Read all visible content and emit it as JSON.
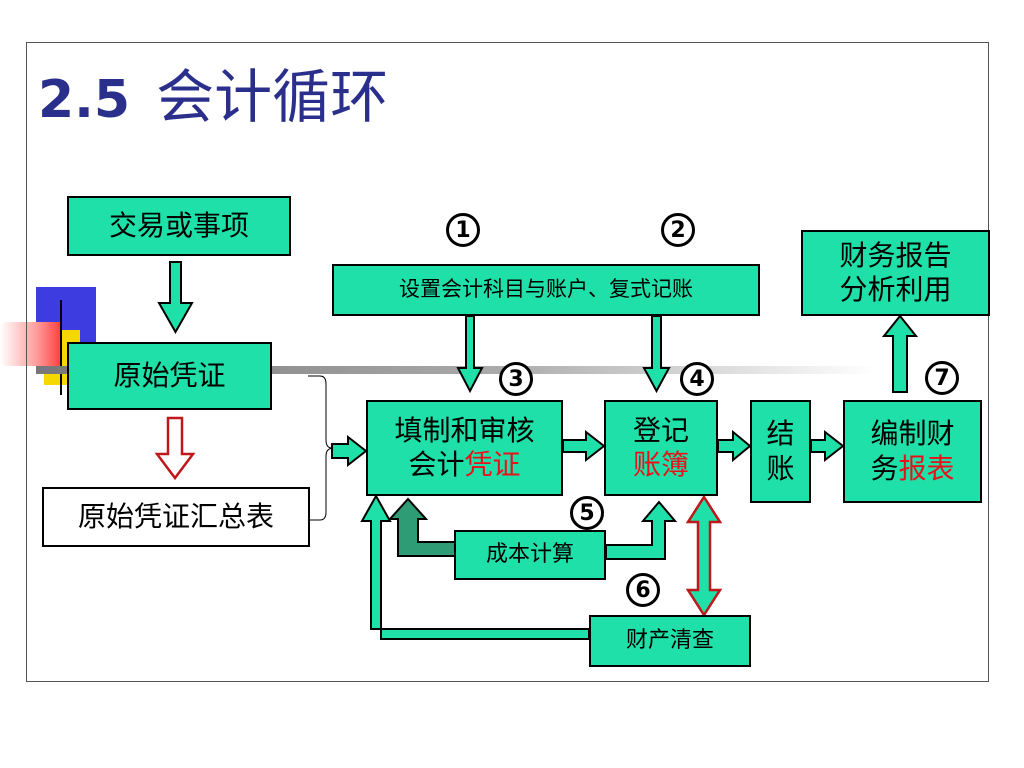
{
  "slide": {
    "title_number": "2.5",
    "title_text": "会计循环"
  },
  "boxes": {
    "transaction": "交易或事项",
    "original_voucher": "原始凭证",
    "voucher_summary": "原始凭证汇总表",
    "accounts_setup": "设置会计科目与账户、复式记账",
    "fill_review_line1": "填制和审核",
    "fill_review_line2a": "会计",
    "fill_review_line2b": "凭证",
    "register_line1": "登记",
    "register_line2": "账簿",
    "closing_line1": "结",
    "closing_line2": "账",
    "prepare_line1": "编制财",
    "prepare_line2a": "务",
    "prepare_line2b": "报表",
    "report_line1": "财务报告",
    "report_line2": "分析利用",
    "cost_calc": "成本计算",
    "asset_check": "财产清查"
  },
  "steps": [
    "1",
    "2",
    "3",
    "4",
    "5",
    "6",
    "7"
  ],
  "colors": {
    "box_fill": "#1FE0A8",
    "arrow_fill": "#1FE0A8",
    "arrow_dark": "#2E9C75",
    "highlight_text": "#E8121B",
    "red_arrow": "#E8121B",
    "title": "#2B2F8C"
  }
}
